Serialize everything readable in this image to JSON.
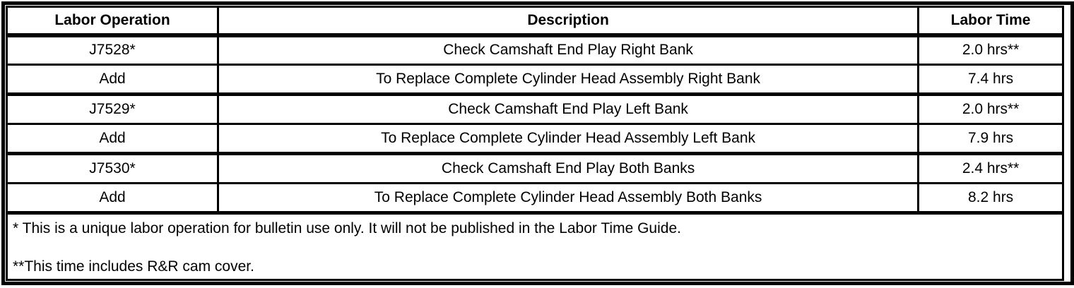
{
  "colors": {
    "border": "#000000",
    "background": "#ffffff",
    "text": "#000000"
  },
  "table": {
    "headers": {
      "op": "Labor Operation",
      "desc": "Description",
      "time": "Labor Time"
    },
    "rows": [
      {
        "op": "J7528*",
        "desc": "Check Camshaft End Play Right Bank",
        "time": "2.0 hrs**"
      },
      {
        "op": "Add",
        "desc": "To Replace Complete Cylinder Head Assembly Right Bank",
        "time": "7.4 hrs"
      },
      {
        "op": "J7529*",
        "desc": "Check Camshaft End Play Left Bank",
        "time": "2.0 hrs**"
      },
      {
        "op": "Add",
        "desc": "To Replace Complete Cylinder Head Assembly Left Bank",
        "time": "7.9 hrs"
      },
      {
        "op": "J7530*",
        "desc": "Check Camshaft End Play Both Banks",
        "time": "2.4 hrs**"
      },
      {
        "op": "Add",
        "desc": "To Replace Complete Cylinder Head Assembly Both Banks",
        "time": "8.2 hrs"
      }
    ],
    "footnotes": [
      "* This is a unique labor operation for bulletin use only. It will not be published in the Labor Time Guide.",
      "**This time includes R&R cam cover."
    ]
  }
}
